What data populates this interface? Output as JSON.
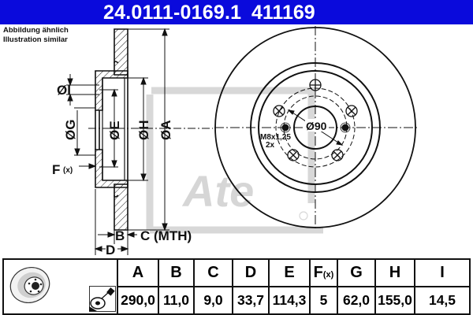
{
  "header": {
    "part_number": "24.0111-0169.1",
    "code": "411169",
    "background_color": "#0a0adc"
  },
  "note": {
    "line1": "Abbildung ähnlich",
    "line2": "Illustration similar"
  },
  "section_view": {
    "labels": {
      "I": "ØI",
      "G": "ØG",
      "E": "ØE",
      "H": "ØH",
      "A": "ØA",
      "F": "F",
      "F_sub": "(x)",
      "B": "B",
      "C": "C (MTH)",
      "D": "D"
    }
  },
  "front_view": {
    "center_diameter": "Ø90",
    "thread_spec": "M8x1,25",
    "thread_count": "2x",
    "bolt_holes": 5
  },
  "watermark": "Ate",
  "spec_table": {
    "columns": [
      {
        "key": "A",
        "label": "A",
        "value": "290,0"
      },
      {
        "key": "B",
        "label": "B",
        "value": "11,0"
      },
      {
        "key": "C",
        "label": "C",
        "value": "9,0"
      },
      {
        "key": "D",
        "label": "D",
        "value": "33,7"
      },
      {
        "key": "E",
        "label": "E",
        "value": "114,3"
      },
      {
        "key": "F",
        "label": "F",
        "sub": "(x)",
        "value": "5"
      },
      {
        "key": "G",
        "label": "G",
        "value": "62,0"
      },
      {
        "key": "H",
        "label": "H",
        "value": "155,0"
      },
      {
        "key": "I",
        "label": "I",
        "value": "14,5"
      }
    ]
  }
}
